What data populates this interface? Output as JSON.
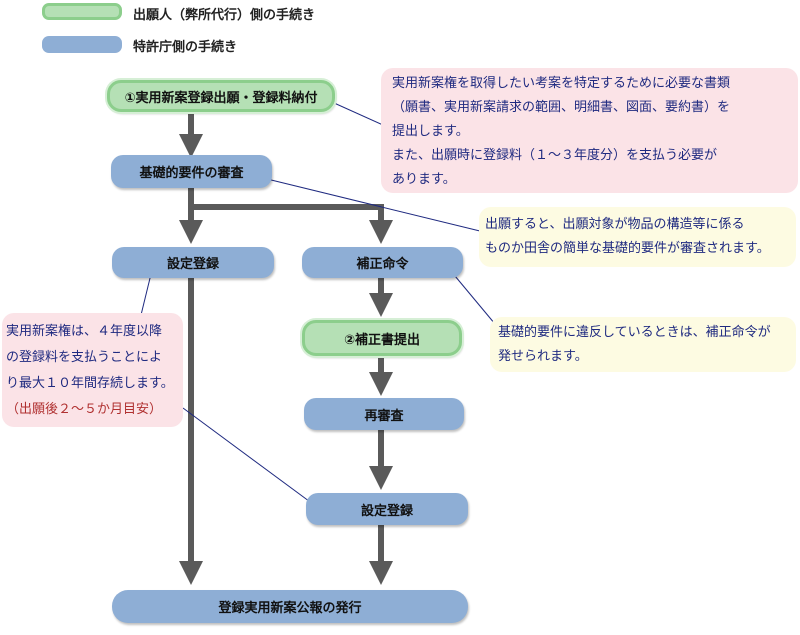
{
  "legend": [
    {
      "label": "出願人（弊所代行）側の手続き",
      "color": "#b5e0b5"
    },
    {
      "label": "特許庁側の手続き",
      "color": "#8eaed5"
    }
  ],
  "nodes": {
    "filing": "①実用新案登録出願・登録料納付",
    "basic_exam": "基礎的要件の審査",
    "registration_1": "設定登録",
    "correction_order": "補正命令",
    "amendment": "②補正書提出",
    "reexam": "再審査",
    "registration_2": "設定登録",
    "publication": "登録実用新案公報の発行"
  },
  "notes": {
    "filing_note": [
      "実用新案権を取得したい考案を特定するために必要な書類",
      "（願書、実用新案請求の範囲、明細書、図面、要約書）を",
      "提出します。",
      "また、出願時に登録料（１～３年度分）を支払う必要が",
      "あります。"
    ],
    "exam_note": [
      "出願すると、出願対象が物品の構造等に係る",
      "ものか田舎の簡単な基礎的要件が審査されます。"
    ],
    "correction_note": [
      "基礎的要件に違反しているときは、補正命令が",
      "発せられます。"
    ],
    "term_note": [
      "実用新案権は、４年度以降",
      "の登録料を支払うことによ",
      "り最大１０年間存続します。"
    ],
    "term_note_red": "（出願後２～５か月目安）"
  },
  "colors": {
    "applicant": "#b5e0b5",
    "office": "#8eaed5",
    "arrow": "#5a5a5a",
    "note_pink": "#fbe3e7",
    "note_yellow": "#fdfbe2",
    "note_text": "#1f2a80",
    "note_red": "#b03030"
  }
}
